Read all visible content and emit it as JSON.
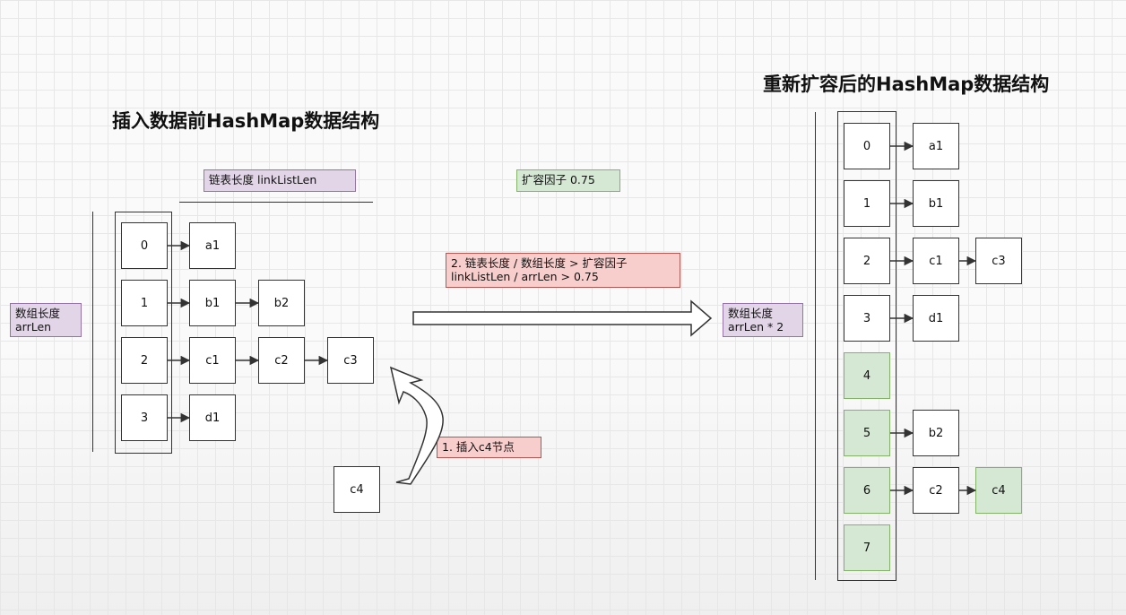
{
  "left": {
    "title": "插入数据前HashMap数据结构",
    "link_len_label": "链表长度  linkListLen",
    "array_len_label": [
      "数组长度",
      "arrLen"
    ],
    "buckets": [
      {
        "index": "0",
        "chain": [
          "a1"
        ]
      },
      {
        "index": "1",
        "chain": [
          "b1",
          "b2"
        ]
      },
      {
        "index": "2",
        "chain": [
          "c1",
          "c2",
          "c3"
        ]
      },
      {
        "index": "3",
        "chain": [
          "d1"
        ]
      }
    ],
    "new_node": "c4",
    "insert_label": "1. 插入c4节点"
  },
  "middle": {
    "load_factor_label": "扩容因子 0.75",
    "condition_label": [
      "2. 链表长度 / 数组长度 > 扩容因子",
      "linkListLen / arrLen > 0.75"
    ]
  },
  "right": {
    "title": "重新扩容后的HashMap数据结构",
    "array_len_label": [
      "数组长度",
      "arrLen * 2"
    ],
    "buckets": [
      {
        "index": "0",
        "chain": [
          "a1"
        ],
        "new": false
      },
      {
        "index": "1",
        "chain": [
          "b1"
        ],
        "new": false
      },
      {
        "index": "2",
        "chain": [
          "c1",
          "c3"
        ],
        "new": false
      },
      {
        "index": "3",
        "chain": [
          "d1"
        ],
        "new": false
      },
      {
        "index": "4",
        "chain": [],
        "new": true
      },
      {
        "index": "5",
        "chain": [
          "b2"
        ],
        "new": true
      },
      {
        "index": "6",
        "chain": [
          "c2",
          "c4"
        ],
        "new": true
      },
      {
        "index": "7",
        "chain": [],
        "new": true
      }
    ],
    "highlighted_nodes": [
      "c4"
    ]
  },
  "colors": {
    "purple_fill": "#e1d5e7",
    "green_fill": "#d5e8d4",
    "red_fill": "#f8cecc",
    "stroke": "#333333"
  }
}
